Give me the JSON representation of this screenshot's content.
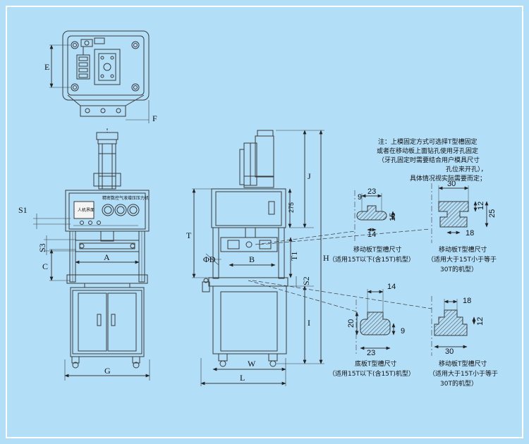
{
  "colors": {
    "background": "#b3def7",
    "frame": "#ffffff",
    "line": "#3a3a3a",
    "hatch": "#555555",
    "panel": "#f4f4f4"
  },
  "top_view": {
    "dim_E": "E",
    "dim_F": "F"
  },
  "front_view": {
    "dim_S1": "S1",
    "dim_S3": "S3",
    "dim_C": "C",
    "dim_A": "A",
    "dim_G": "G",
    "panel_label": "人机界面",
    "panel_title": "精密数控气液增压压力机"
  },
  "side_view": {
    "dim_T": "T",
    "dim_phiD": "ΦD",
    "dim_B": "B",
    "dim_L": "L",
    "dim_W": "W",
    "dim_275": "275",
    "dim_T1": "T1",
    "dim_S2": "S2",
    "dim_J": "J",
    "dim_H": "H",
    "dim_I": "I"
  },
  "note": {
    "line1": "注：上模固定方式可选择T型槽固定",
    "line2": "或者在移动板上面钻孔使用牙孔固定",
    "line3": "（牙孔固定时需要结合用户模具尺寸",
    "line4": "孔位来开孔），",
    "line5": "具体情况视实际需要而定；"
  },
  "slot_a": {
    "d23": "23",
    "d9": "9",
    "d15": "15",
    "d14": "14",
    "caption1": "移动板T型槽尺寸",
    "caption2": "（适用15T以下(含15T)机型）"
  },
  "slot_b": {
    "d30": "30",
    "d12": "12",
    "d25": "25",
    "d18": "18",
    "caption1": "移动板T型槽尺寸",
    "caption2": "（适用大于15T小于等于",
    "caption3": "30T的机型）"
  },
  "slot_c": {
    "d14": "14",
    "d20": "20",
    "d9": "9",
    "d23": "23",
    "caption1": "底板T型槽尺寸",
    "caption2": "（适用15T以下(含15T)机型）"
  },
  "slot_d": {
    "d18": "18",
    "d12": "12",
    "d30": "30",
    "caption1": "移动板T型槽尺寸",
    "caption2": "（适用大于15T小于等于",
    "caption3": "30T的机型）"
  }
}
